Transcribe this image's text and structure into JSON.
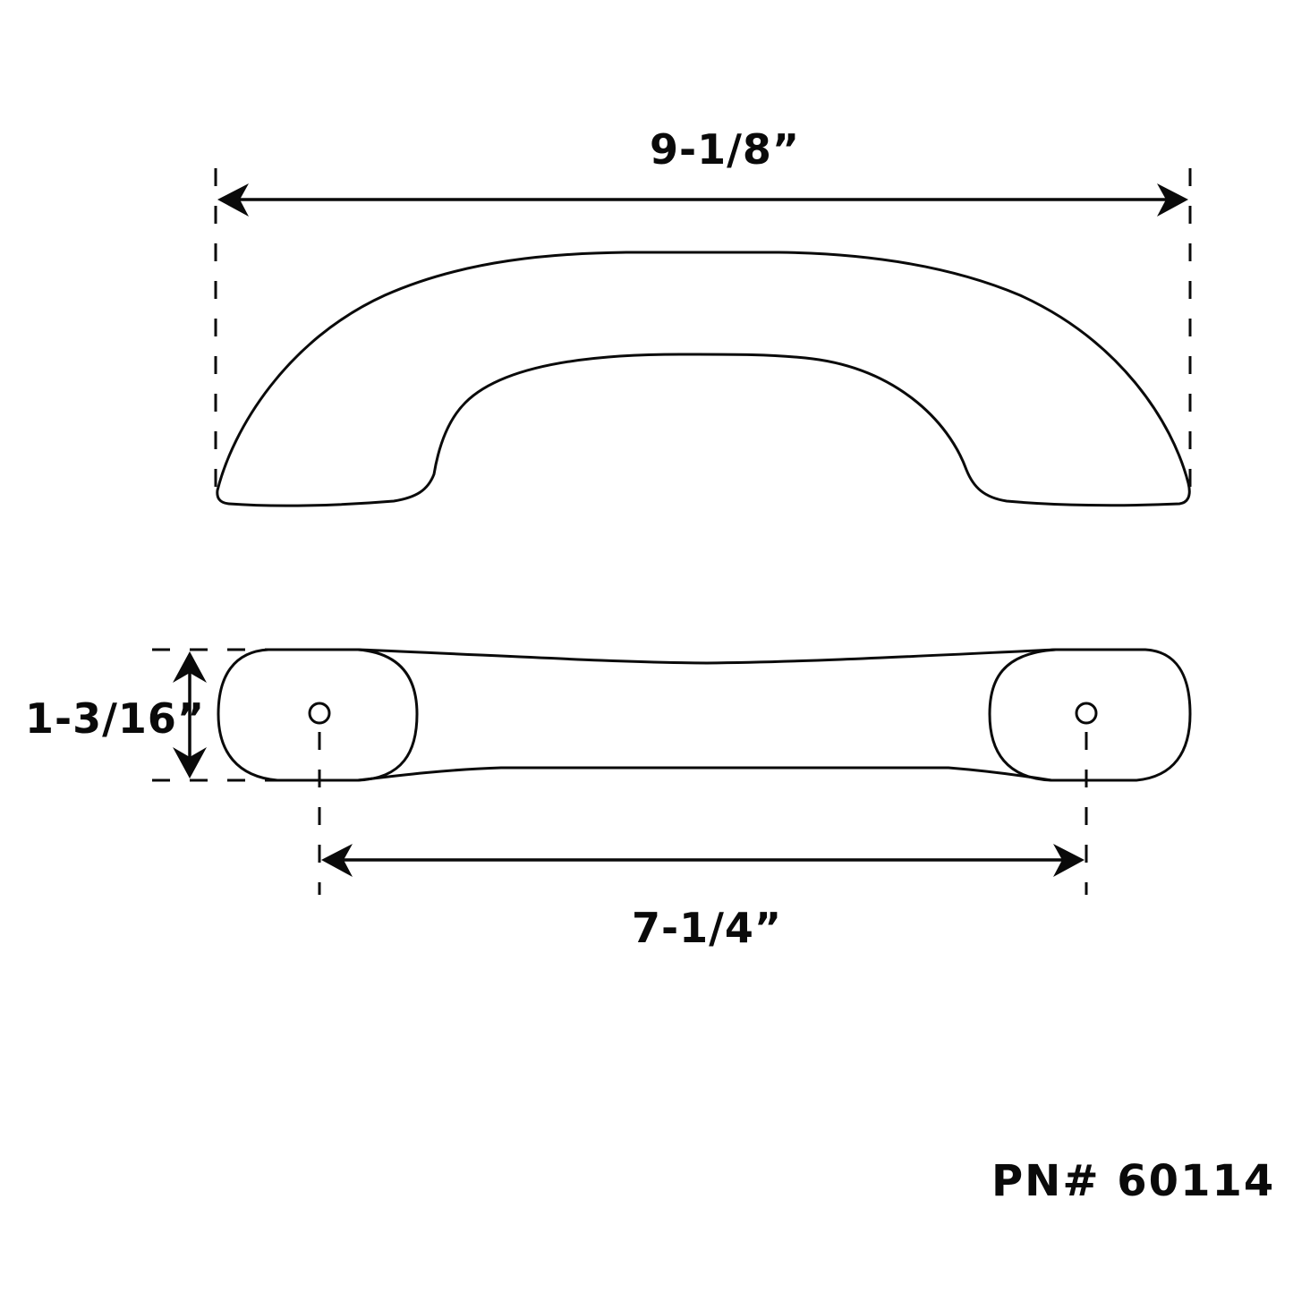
{
  "diagram": {
    "type": "technical-dimension-drawing",
    "subject": "cabinet pull handle",
    "views": [
      "side-view",
      "top-view"
    ],
    "dimensions": {
      "overall_length": "9-1/8”",
      "height": "1-3/16”",
      "center_to_center": "7-1/4”"
    },
    "part_number": "PN# 60114",
    "colors": {
      "line": "#0a0a0a",
      "background": "#ffffff"
    }
  }
}
